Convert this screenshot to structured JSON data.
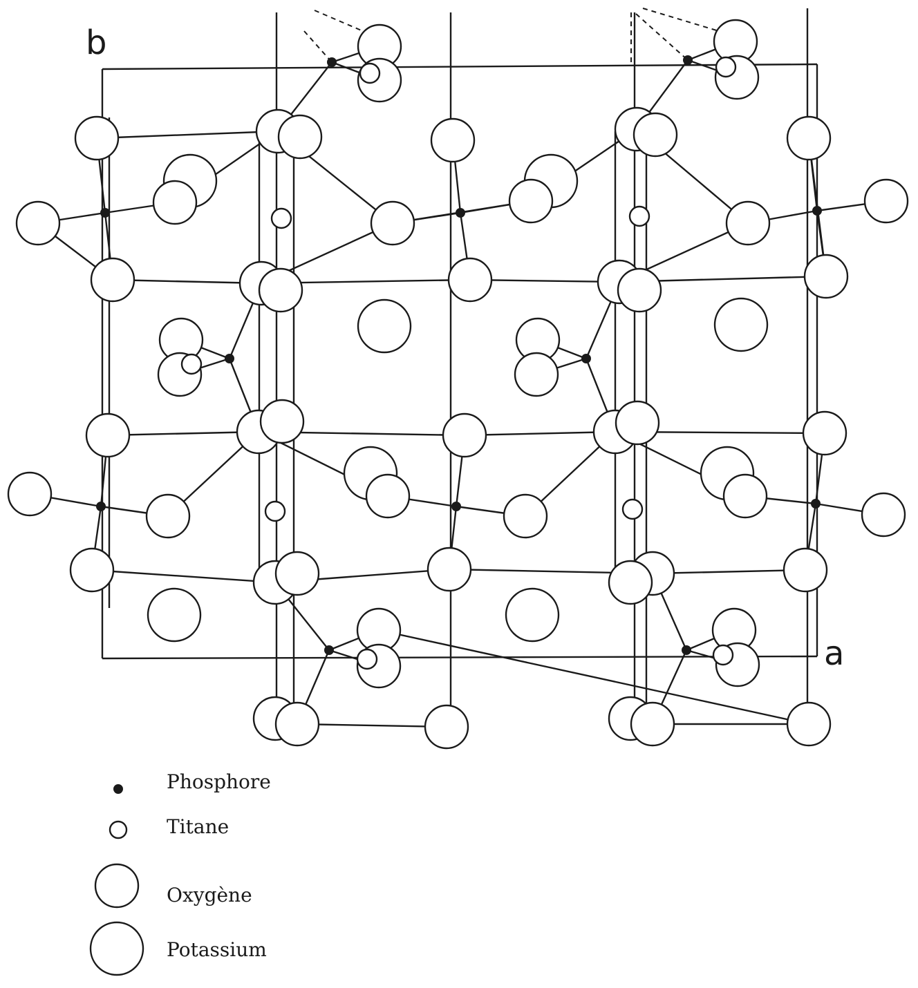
{
  "axes": {
    "a": "a",
    "b": "b"
  },
  "legend": [
    {
      "key": "phosphore",
      "label": "Phosphore",
      "symbol": "phosphorus-dot"
    },
    {
      "key": "titane",
      "label": "Titane",
      "symbol": "titanium-circle"
    },
    {
      "key": "oxygene",
      "label": "Oxygène",
      "symbol": "oxygen-circle"
    },
    {
      "key": "potassium",
      "label": "Potassium",
      "symbol": "potassium-circle"
    }
  ],
  "colors": {
    "ink": "#1a1a1a",
    "fill": "#ffffff"
  }
}
